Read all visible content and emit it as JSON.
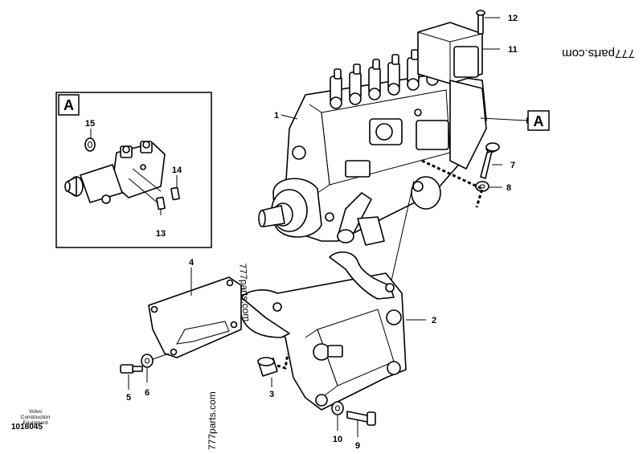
{
  "figure": {
    "caption_line1": "Volvo Construction",
    "caption_line2": "Equipment",
    "doc_number": "1016045"
  },
  "detail_view": {
    "label": "A",
    "callouts": [
      "13",
      "14",
      "15"
    ]
  },
  "main_view": {
    "view_marker": "A",
    "callouts": [
      "1",
      "2",
      "3",
      "4",
      "5",
      "6",
      "7",
      "8",
      "9",
      "10",
      "11",
      "12"
    ]
  },
  "watermarks": {
    "top_right": "777parts.com",
    "center": "777parts.com",
    "bottom": "777parts.com"
  }
}
